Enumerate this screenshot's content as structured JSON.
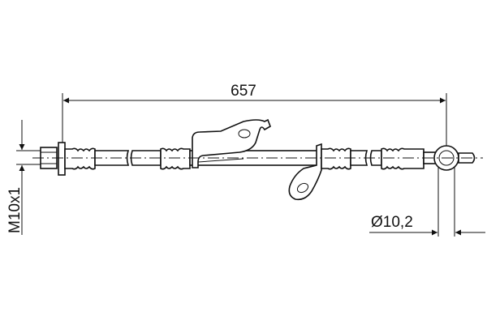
{
  "dimensions": {
    "length": "657",
    "thread": "M10x1",
    "eye_diameter": "Ø10,2"
  },
  "colors": {
    "line": "#111111",
    "background": "#ffffff"
  }
}
